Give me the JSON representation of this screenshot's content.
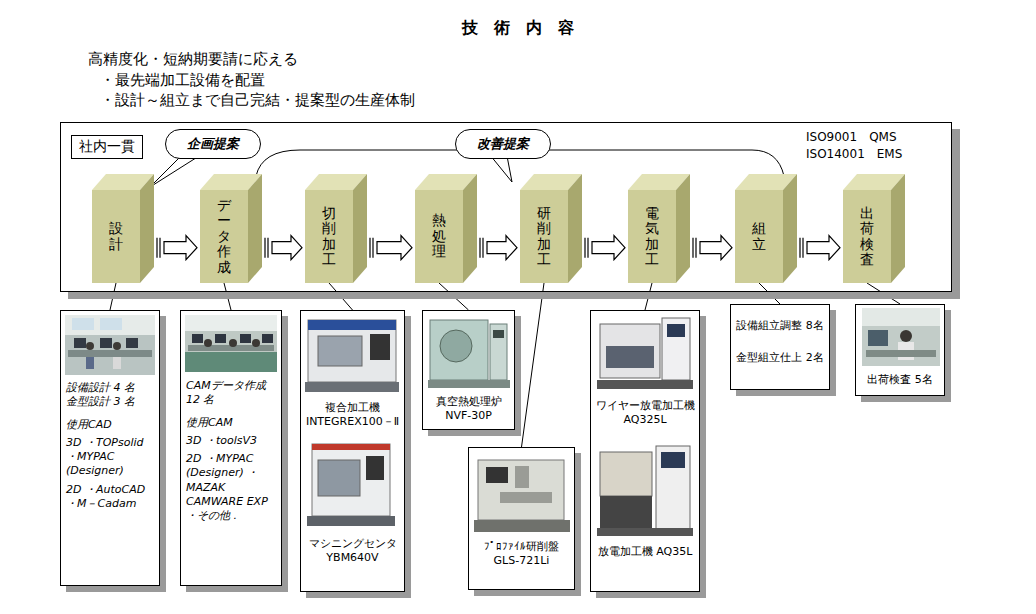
{
  "diagram": {
    "title": "技　術　内　容",
    "nodes": [
      {
        "text": [
          "社内一貫"
        ]
      },
      {
        "text": [
          "企画提案"
        ],
        "in": 0
      },
      {
        "text": [
          "改善提案"
        ],
        "in": 0
      },
      {
        "text": [
          "設計"
        ],
        "in": 0
      },
      {
        "text": [
          "データ作成"
        ],
        "in": 0
      },
      {
        "text": [
          "切削加工"
        ],
        "in": 0
      },
      {
        "text": [
          "熱処理"
        ],
        "in": 0
      },
      {
        "text": [
          "研削加工"
        ],
        "in": 0
      },
      {
        "text": [
          "電気加工"
        ],
        "in": 0
      },
      {
        "text": [
          "組立"
        ],
        "in": 0
      },
      {
        "text": [
          "出荷検査"
        ],
        "in": 0
      },
      {
        "text": [
          "設備設計 4 名",
          "金型設計 3 名",
          "使用CAD",
          "3D ・TOPsolid ・MYPAC (Designer)",
          "2D ・AutoCAD ・M－Cadam"
        ]
      },
      {
        "text": [
          "CAMデータ作成 12 名",
          "使用CAM",
          "3D ・toolsV3",
          "2D ・MYPAC (Designer) ・MAZAK CAMWARE EXP ・その他 ."
        ]
      },
      {
        "text": [
          "複合加工機 INTEGREX100－Ⅱ",
          "マシニングセンタ YBM640V"
        ]
      },
      {
        "text": [
          "真空熱処理炉 NVF-30P"
        ]
      },
      {
        "text": [
          "ﾌﾟﾛﾌｧｲﾙ研削盤 GLS-721Li"
        ]
      },
      {
        "text": [
          "ワイヤー放電加工機 AQ325L",
          "放電加工機 AQ35L"
        ]
      },
      {
        "text": [
          "設備組立調整 8名",
          "金型組立仕上 2名"
        ]
      },
      {
        "text": [
          "出荷検査 5名"
        ]
      }
    ],
    "edges": [
      {
        "from": 3,
        "to": 4,
        "arrow": "to"
      },
      {
        "from": 4,
        "to": 5,
        "arrow": "to"
      },
      {
        "from": 5,
        "to": 6,
        "arrow": "to"
      },
      {
        "from": 6,
        "to": 7,
        "arrow": "to"
      },
      {
        "from": 7,
        "to": 8,
        "arrow": "to"
      },
      {
        "from": 8,
        "to": 9,
        "arrow": "to"
      },
      {
        "from": 9,
        "to": 10,
        "arrow": "to"
      },
      {
        "from": 3,
        "to": 11,
        "arrow": "none"
      },
      {
        "from": 4,
        "to": 12,
        "arrow": "none"
      },
      {
        "from": 5,
        "to": 13,
        "arrow": "none"
      },
      {
        "from": 6,
        "to": 14,
        "arrow": "none"
      },
      {
        "from": 7,
        "to": 15,
        "arrow": "none"
      },
      {
        "from": 8,
        "to": 16,
        "arrow": "none"
      },
      {
        "from": 9,
        "to": 17,
        "arrow": "none"
      },
      {
        "from": 10,
        "to": 18,
        "arrow": "none"
      }
    ],
    "labels": [
      "高精度化・短納期要請に応える",
      "・最先端加工設備を配置",
      "・設計～組立まで自己完結・提案型の生産体制",
      "ISO9001　QMS",
      "ISO14001　EMS"
    ]
  }
}
